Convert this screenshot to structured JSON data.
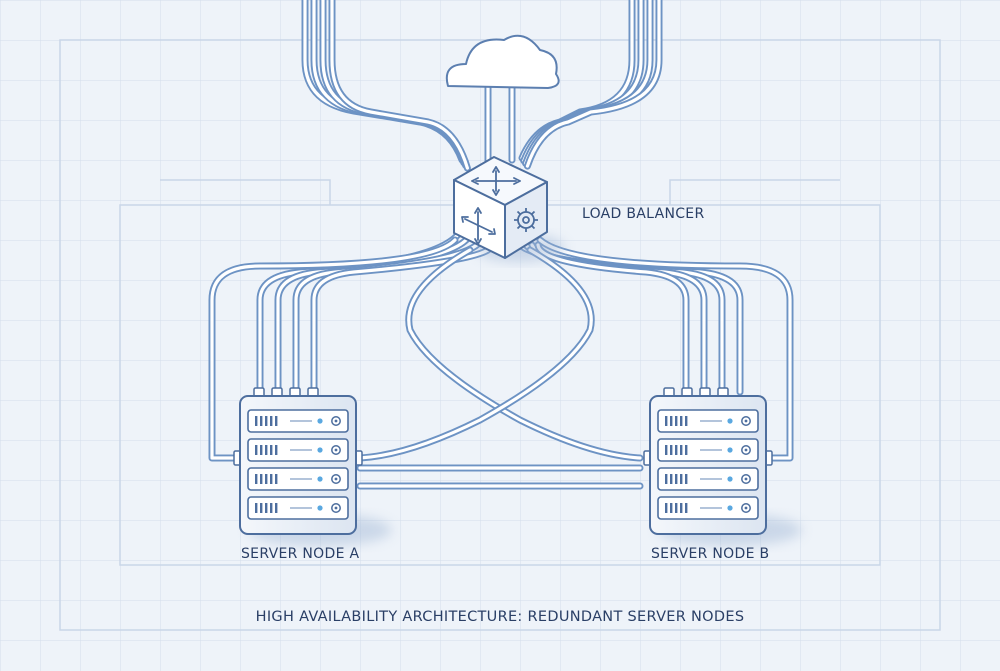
{
  "labels": {
    "load_balancer": "LOAD BALANCER",
    "server_a": "SERVER NODE A",
    "server_b": "SERVER NODE B",
    "caption": "HIGH AVAILABILITY ARCHITECTURE: REDUNDANT SERVER NODES"
  },
  "colors": {
    "background": "#eef3f9",
    "grid": "#d4deec",
    "cable": "#6d93c4",
    "cable_highlight": "#ffffff",
    "ink": "#2a3f66",
    "device_fill": "#e9eef6",
    "status_led": "#5aa8e0"
  },
  "icons": {
    "cloud": "cloud-icon",
    "load_balancer": "cube-arrows-gear-icon",
    "server": "server-rack-icon"
  }
}
